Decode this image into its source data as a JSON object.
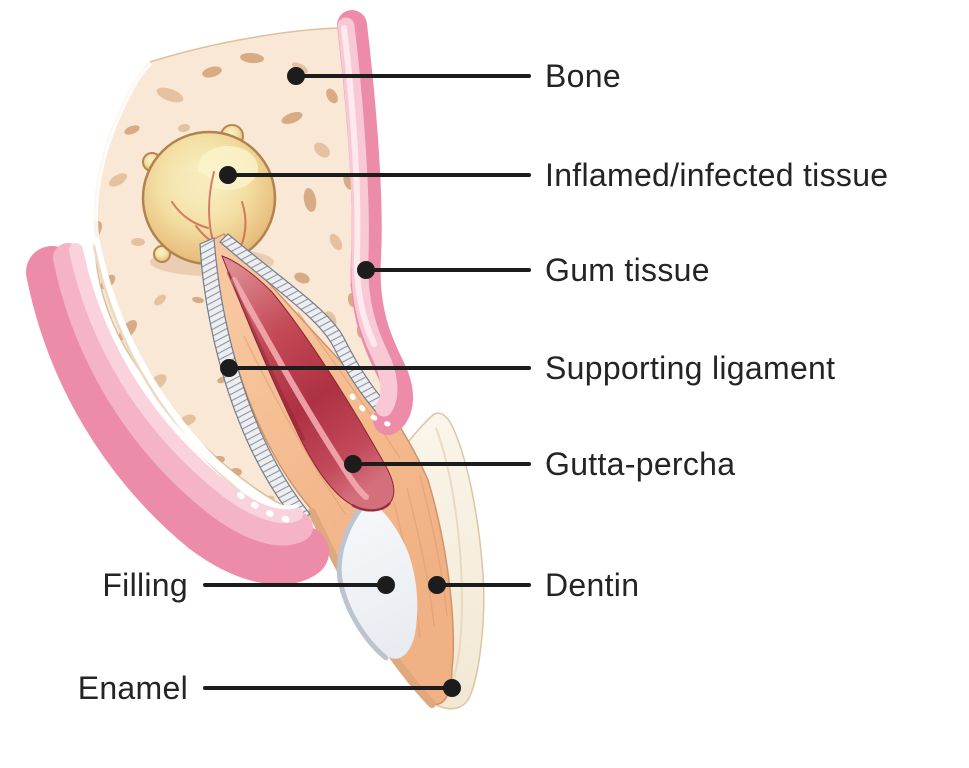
{
  "diagram": {
    "illustration_name": "root-canal-treated-tooth-cross-section",
    "background_color": "#ffffff",
    "label_text_color": "#242424",
    "leader_line_color": "#1c1c1c",
    "labels": [
      {
        "id": "bone",
        "text": "Bone",
        "side": "right"
      },
      {
        "id": "inflamed-infected-tissue",
        "text": "Inflamed/infected tissue",
        "side": "right"
      },
      {
        "id": "gum-tissue",
        "text": "Gum tissue",
        "side": "right"
      },
      {
        "id": "supporting-ligament",
        "text": "Supporting ligament",
        "side": "right"
      },
      {
        "id": "gutta-percha",
        "text": "Gutta-percha",
        "side": "right"
      },
      {
        "id": "dentin",
        "text": "Dentin",
        "side": "right"
      },
      {
        "id": "filling",
        "text": "Filling",
        "side": "left"
      },
      {
        "id": "enamel",
        "text": "Enamel",
        "side": "left"
      }
    ],
    "anatomy_colors": {
      "bone": "#f8e8d5",
      "bone_spots": "#d5a47c",
      "gum_dark": "#ec8ca8",
      "gum_light": "#f8c9d5",
      "inflamed_tissue": "#efce92",
      "ligament": "#eceef1",
      "ligament_stripe": "#8e95a1",
      "dentin": "#f4bb90",
      "gutta_percha": "#b03344",
      "enamel": "#f8f1e3",
      "filling": "#f0f2f5"
    }
  }
}
